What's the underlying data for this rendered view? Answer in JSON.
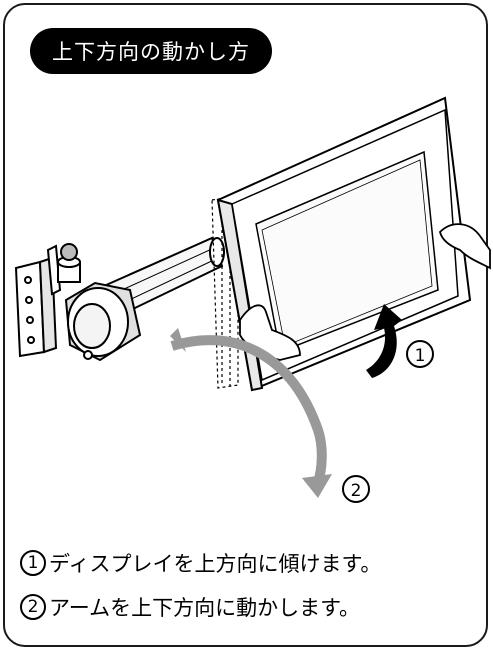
{
  "title": "上下方向の動かし方",
  "illustration": {
    "marker_1": "1",
    "marker_2": "2",
    "arrow_color": "#999999"
  },
  "steps": [
    {
      "num": "1",
      "text": "ディスプレイを上方向に傾けます。"
    },
    {
      "num": "2",
      "text": "アームを上下方向に動かします。"
    }
  ]
}
